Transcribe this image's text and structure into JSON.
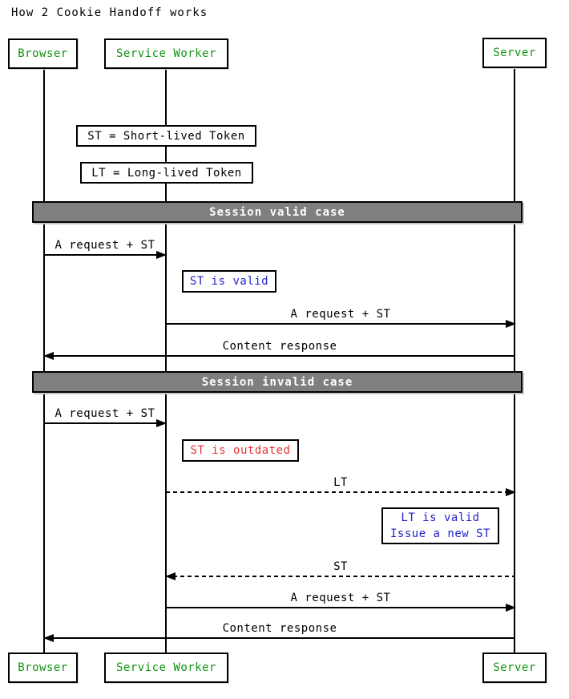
{
  "title": "How 2 Cookie Handoff works",
  "colors": {
    "participant_green": "#109410",
    "note_blue": "#2222cc",
    "note_red": "#e83333",
    "band_gray": "#7f7f7f"
  },
  "participants": [
    {
      "label": "Browser"
    },
    {
      "label": "Service Worker"
    },
    {
      "label": "Server"
    }
  ],
  "definitions": [
    {
      "label": "ST = Short-lived Token"
    },
    {
      "label": "LT = Long-lived Token"
    }
  ],
  "sections": [
    {
      "label": "Session valid case"
    },
    {
      "label": "Session invalid case"
    }
  ],
  "messages": [
    {
      "label": "A request + ST",
      "from": "Browser",
      "to": "Service Worker",
      "style": "solid"
    },
    {
      "label": "A request + ST",
      "from": "Service Worker",
      "to": "Server",
      "style": "solid"
    },
    {
      "label": "Content response",
      "from": "Server",
      "to": "Browser",
      "style": "solid"
    },
    {
      "label": "A request + ST",
      "from": "Browser",
      "to": "Service Worker",
      "style": "solid"
    },
    {
      "label": "LT",
      "from": "Service Worker",
      "to": "Server",
      "style": "dashed"
    },
    {
      "label": "ST",
      "from": "Server",
      "to": "Service Worker",
      "style": "dashed"
    },
    {
      "label": "A request + ST",
      "from": "Service Worker",
      "to": "Server",
      "style": "solid"
    },
    {
      "label": "Content response",
      "from": "Server",
      "to": "Browser",
      "style": "solid"
    }
  ],
  "notes": [
    {
      "label": "ST is valid",
      "color": "blue"
    },
    {
      "label": "ST is outdated",
      "color": "red"
    },
    {
      "lines": [
        "LT is valid",
        "Issue a new ST"
      ],
      "color": "blue"
    }
  ]
}
